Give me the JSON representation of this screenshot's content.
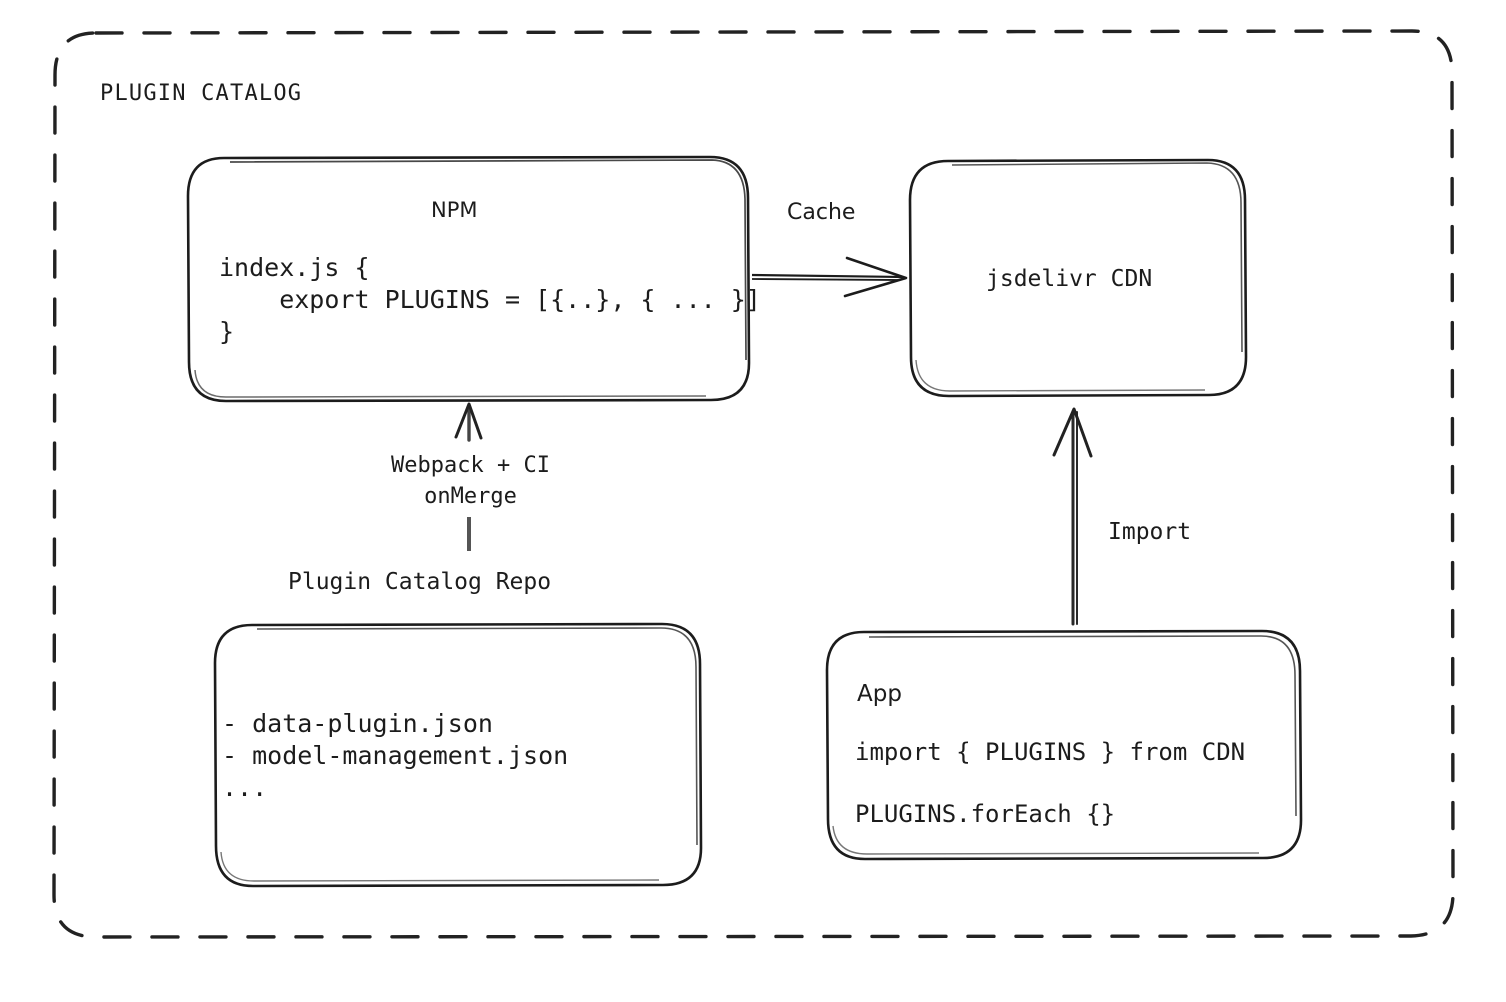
{
  "diagram": {
    "title": "PLUGIN CATALOG",
    "container": {
      "style": "dashed-rounded-rectangle",
      "stroke": "#1c1c1c"
    },
    "nodes": [
      {
        "id": "npm",
        "title": "NPM",
        "code": "index.js {\n    export PLUGINS = [{..}, { ... }]\n}"
      },
      {
        "id": "cdn",
        "title": "jsdelivr CDN"
      },
      {
        "id": "repo",
        "caption": "Plugin Catalog Repo",
        "code": "- data-plugin.json\n- model-management.json\n..."
      },
      {
        "id": "app",
        "title": "App",
        "code_line_1": "import { PLUGINS } from CDN",
        "code_line_2": "PLUGINS.forEach {}"
      }
    ],
    "edges": [
      {
        "id": "npm-to-cdn",
        "label": "Cache",
        "direction": "right"
      },
      {
        "id": "repo-to-npm",
        "label": "Webpack + CI\nonMerge",
        "direction": "up"
      },
      {
        "id": "app-to-cdn",
        "label": "Import",
        "direction": "up"
      }
    ]
  },
  "colors": {
    "ink": "#1c1c1c",
    "paper": "#ffffff"
  }
}
